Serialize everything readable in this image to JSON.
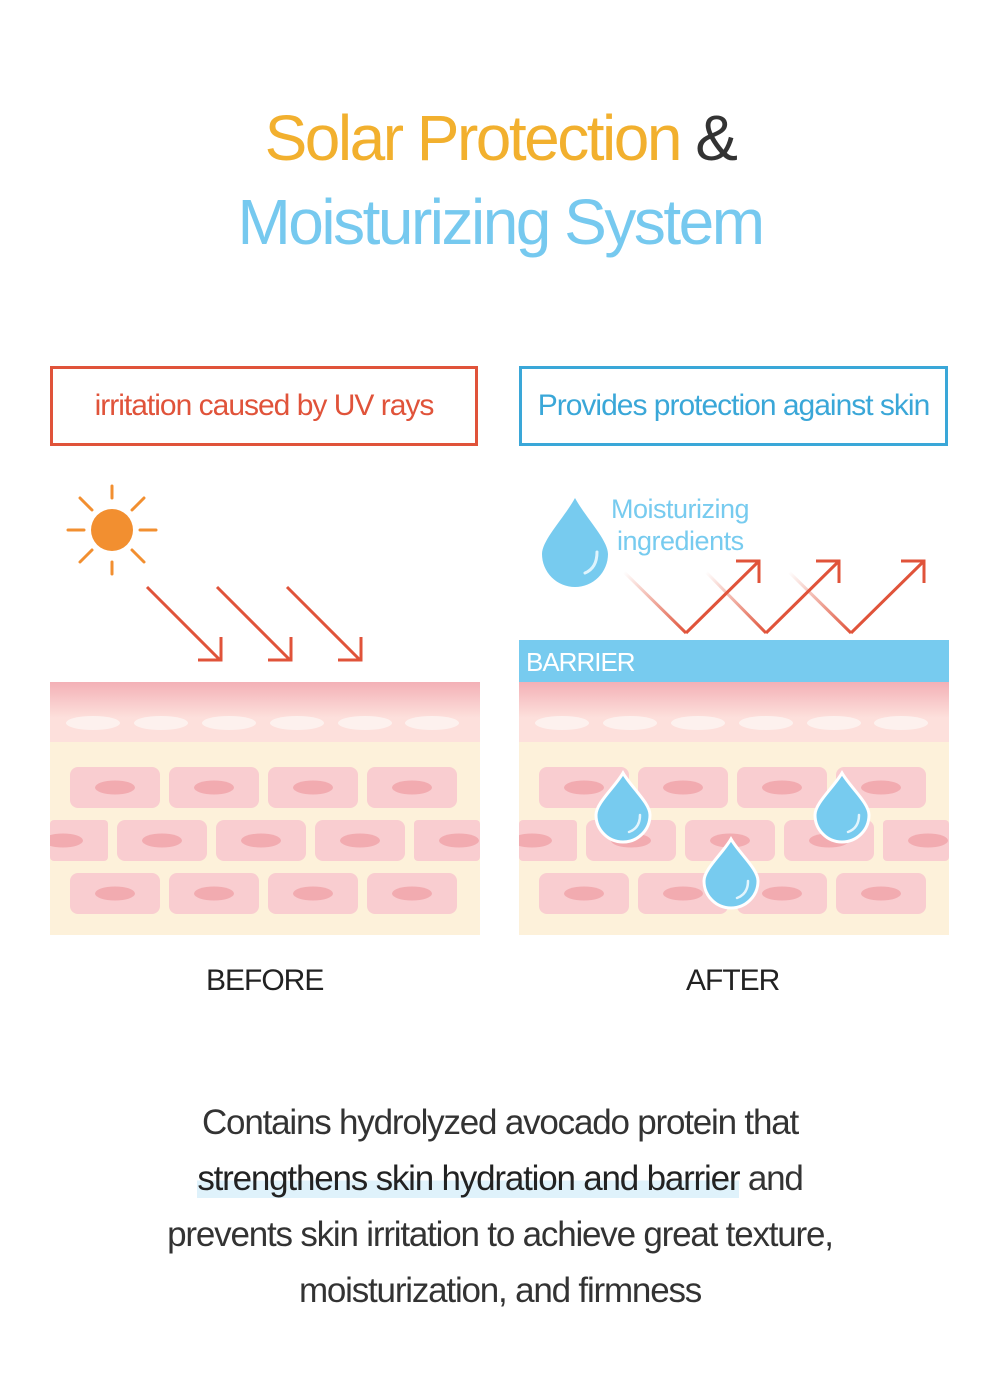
{
  "title": {
    "line1_part1": "Solar Protection",
    "line1_part2": "&",
    "line2": "Moisturizing System"
  },
  "colors": {
    "orange": "#f2b02e",
    "blue": "#76c9ef",
    "red": "#e0533a",
    "box_blue": "#3aa7d8"
  },
  "before": {
    "box_label": "irritation caused by UV rays",
    "caption": "BEFORE",
    "icons": [
      "sun-icon",
      "uv-arrow-icon"
    ]
  },
  "after": {
    "box_label": "Provides protection against skin",
    "caption": "AFTER",
    "drop_label_1": "Moisturizing",
    "drop_label_2": "ingredients",
    "barrier_label": "BARRIER",
    "icons": [
      "water-drop-icon",
      "reflected-arrow-icon"
    ]
  },
  "description": {
    "line1": "Contains hydrolyzed avocado protein that",
    "highlight": "strengthens skin hydration and barrier",
    "line2_rest": " and",
    "line3": "prevents skin irritation to achieve great texture,",
    "line4": "moisturization, and firmness"
  }
}
